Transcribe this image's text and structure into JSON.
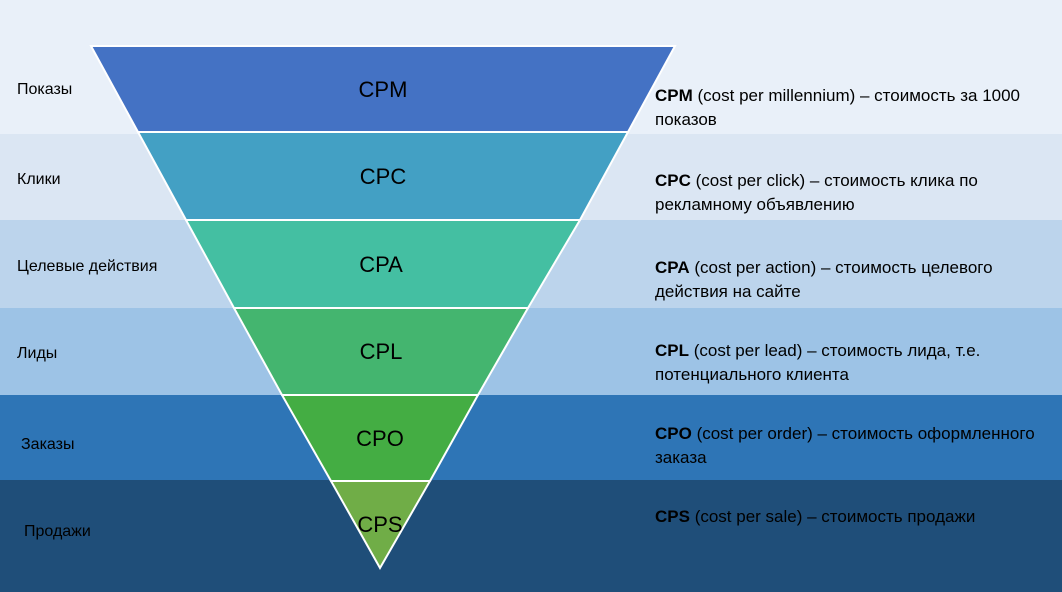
{
  "colors": {
    "band_1": "#e9f0f9",
    "band_2": "#dbe6f3",
    "band_3": "#bcd4ec",
    "band_4": "#9dc3e6",
    "band_5": "#2e75b6",
    "band_6": "#1f4e79",
    "segment_cpm": "#4472c4",
    "segment_cpc": "#43a0c4",
    "segment_cpa": "#44bfa2",
    "segment_cpl": "#44b56f",
    "segment_cpo": "#44ad43",
    "segment_cps": "#70ad47"
  },
  "stages": [
    {
      "label": "Показы"
    },
    {
      "label": "Клики"
    },
    {
      "label": "Целевые действия"
    },
    {
      "label": "Лиды"
    },
    {
      "label": "Заказы"
    },
    {
      "label": "Продажи"
    }
  ],
  "funnel": [
    {
      "abbr": "CPM"
    },
    {
      "abbr": "CPC"
    },
    {
      "abbr": "CPA"
    },
    {
      "abbr": "CPL"
    },
    {
      "abbr": "CPO"
    },
    {
      "abbr": "CPS"
    }
  ],
  "descriptions": [
    {
      "abbr": "CPM",
      "text": " (cost per millennium) – стоимость за 1000 показов"
    },
    {
      "abbr": "CPC",
      "text": " (cost per click) – стоимость клика по рекламному объявлению"
    },
    {
      "abbr": "CPA",
      "text": " (cost per action) – стоимость целевого действия на сайте"
    },
    {
      "abbr": "CPL",
      "text": " (cost per lead) – стоимость лида, т.е. потенциального клиента"
    },
    {
      "abbr": "CPO",
      "text": " (cost per order) – стоимость оформленного заказа"
    },
    {
      "abbr": "CPS",
      "text": " (cost per sale) – стоимость продажи"
    }
  ]
}
